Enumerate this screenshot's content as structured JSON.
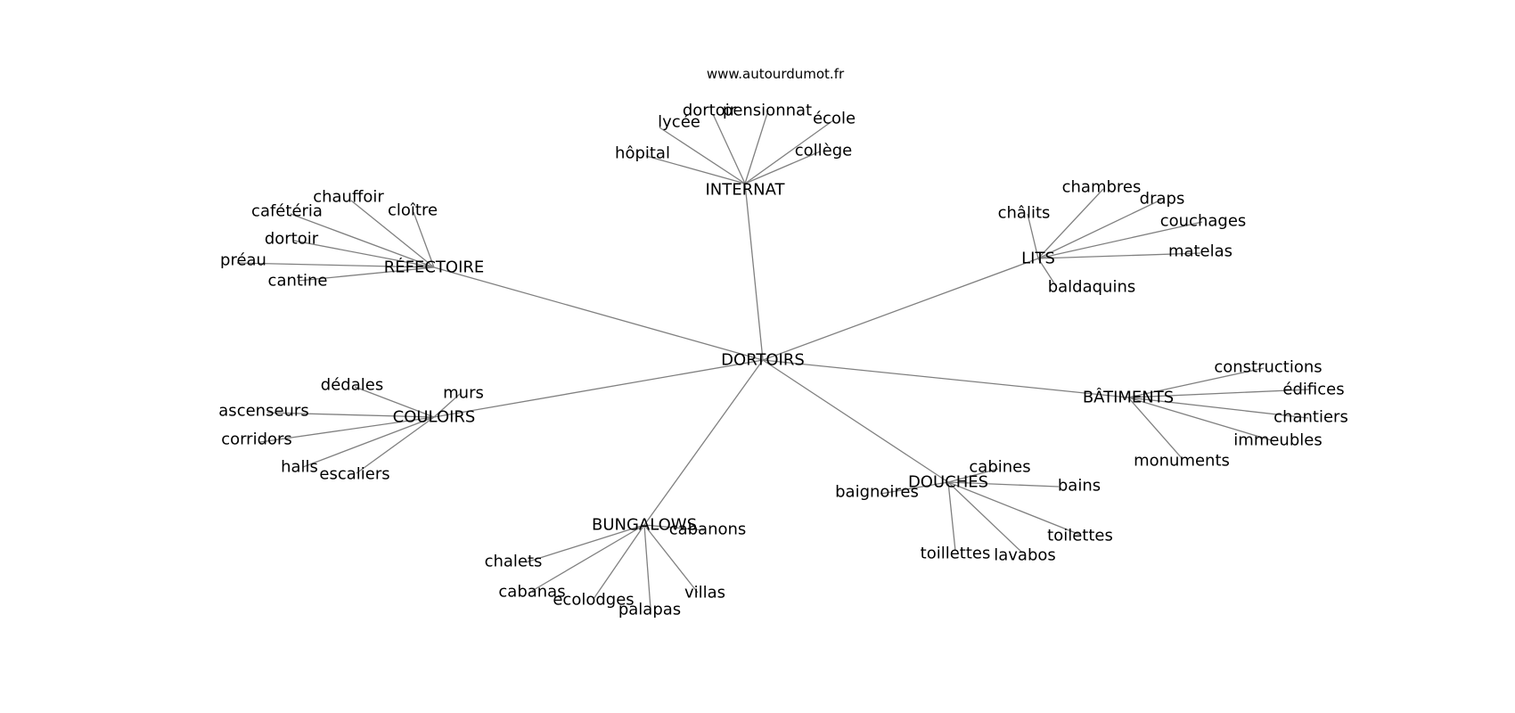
{
  "source": "www.autourdumot.fr",
  "root": "DORTOIRS",
  "groups": [
    {
      "hub": "INTERNAT",
      "leaves": [
        "lycée",
        "dortoir",
        "pensionnat",
        "école",
        "hôpital",
        "collège"
      ]
    },
    {
      "hub": "RÉFECTOIRE",
      "leaves": [
        "chauffoir",
        "cafétéria",
        "cloître",
        "dortoir",
        "préau",
        "cantine"
      ]
    },
    {
      "hub": "LITS",
      "leaves": [
        "chambres",
        "draps",
        "châlits",
        "couchages",
        "matelas",
        "baldaquins"
      ]
    },
    {
      "hub": "COULOIRS",
      "leaves": [
        "dédales",
        "murs",
        "ascenseurs",
        "corridors",
        "halls",
        "escaliers"
      ]
    },
    {
      "hub": "BÂTIMENTS",
      "leaves": [
        "constructions",
        "édifices",
        "chantiers",
        "immeubles",
        "monuments"
      ]
    },
    {
      "hub": "DOUCHES",
      "leaves": [
        "cabines",
        "bains",
        "baignoires",
        "toilettes",
        "toillettes",
        "lavabos"
      ]
    },
    {
      "hub": "BUNGALOWS",
      "leaves": [
        "cabanons",
        "chalets",
        "cabanas",
        "ecolodges",
        "palapas",
        "villas"
      ]
    }
  ]
}
